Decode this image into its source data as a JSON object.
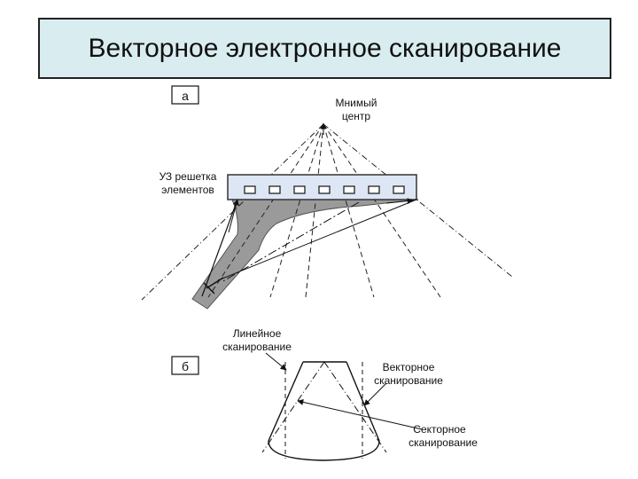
{
  "title": "Векторное электронное сканирование",
  "panel_a": {
    "label": "а",
    "apex_label_line1": "Мнимый",
    "apex_label_line2": "центр",
    "array_label_line1": "УЗ решетка",
    "array_label_line2": "элементов",
    "array_element_count": 7
  },
  "panel_b": {
    "label": "б",
    "linear_line1": "Линейное",
    "linear_line2": "сканирование",
    "vector_line1": "Векторное",
    "vector_line2": "сканирование",
    "sector_line1": "Секторное",
    "sector_line2": "сканирование"
  },
  "colors": {
    "title_bg": "#d9ecf0",
    "array_fill": "#dde6f4",
    "beam_fill": "#9a9a9a"
  }
}
